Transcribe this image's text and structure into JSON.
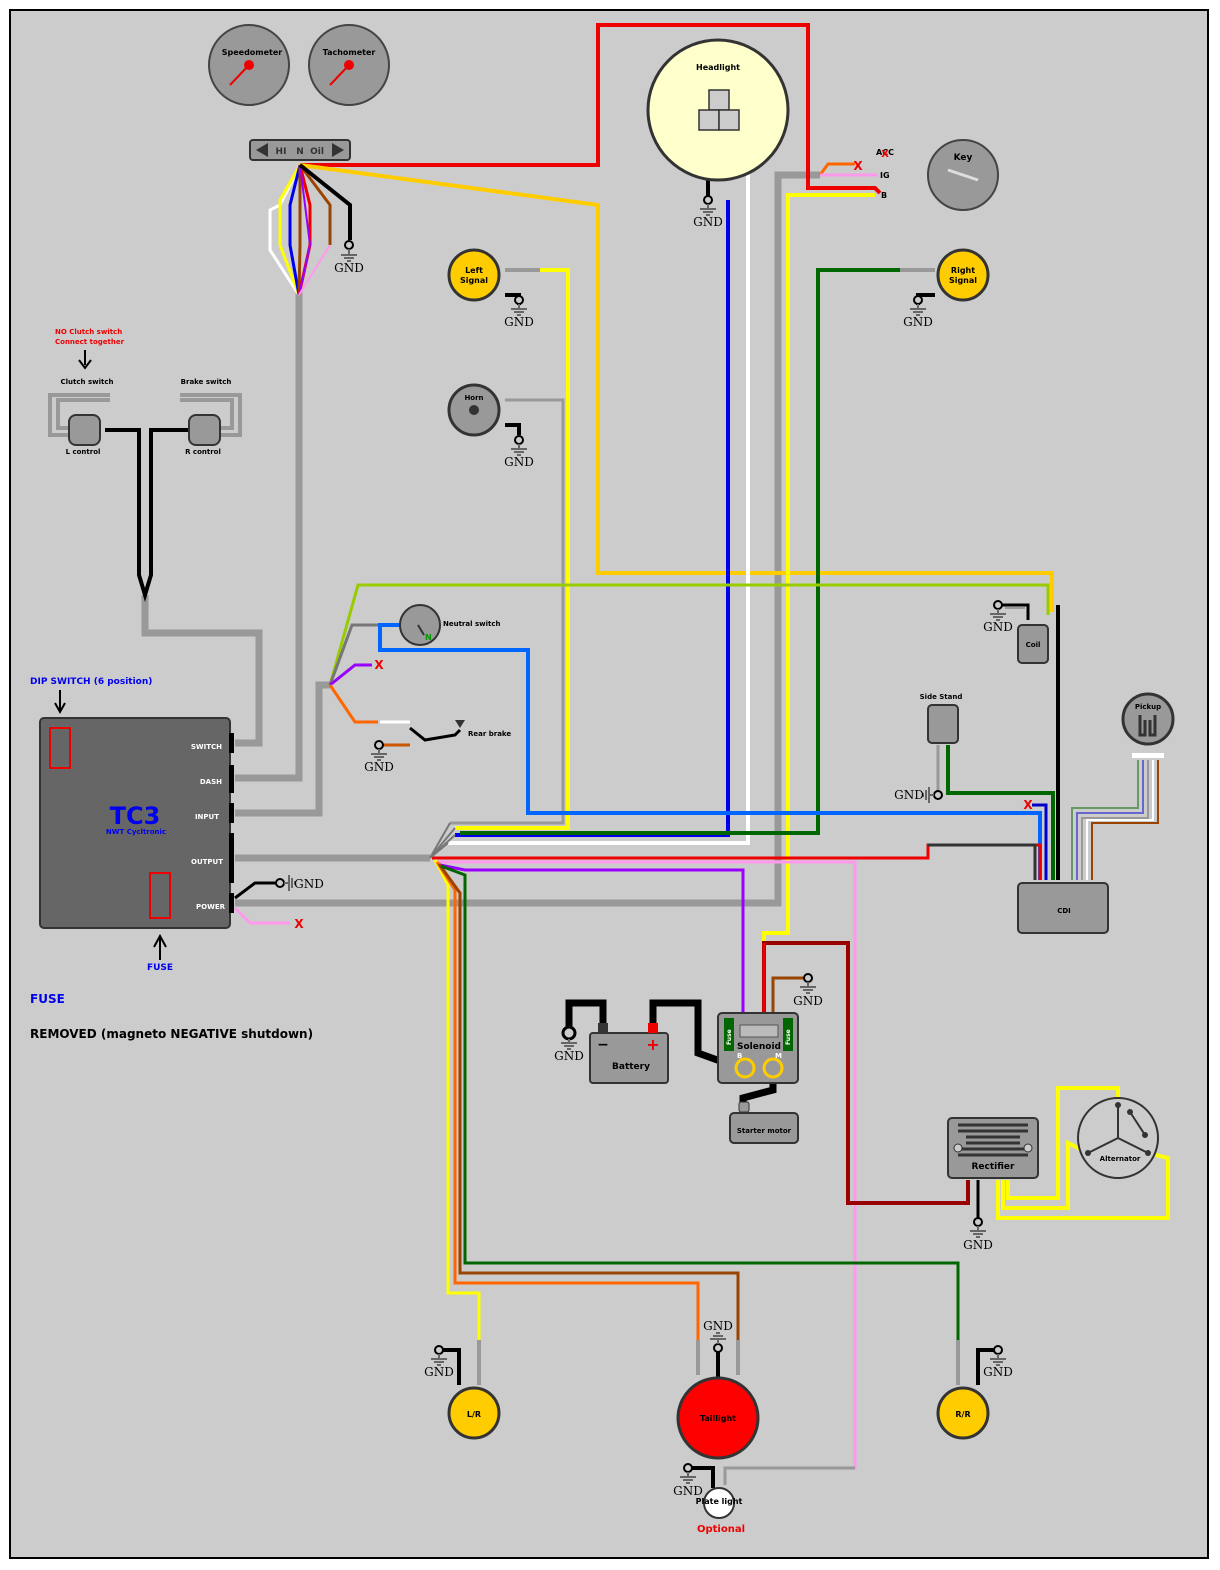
{
  "colors": {
    "background": "#cccccc",
    "red": "#ee0000",
    "orange_yellow": "#ffcc00",
    "yellow": "#ffff00",
    "blue": "#0000ee",
    "light_blue": "#0066ff",
    "green": "#006600",
    "grey_wire": "#999999",
    "pink": "#ff99ee",
    "purple": "#9900ff",
    "orange": "#ff6600",
    "brown": "#994400",
    "tc3_text": "#0000ee",
    "note_red": "#ee0000",
    "signal_yellow": "#ffcc00",
    "headlight_fill": "#ffffcc",
    "taillight_red": "#ff0000"
  },
  "gauges": {
    "speedometer": "Speedometer",
    "tachometer": "Tachometer"
  },
  "indicator_bar": {
    "hi": "HI",
    "n": "N",
    "oil": "Oil"
  },
  "headlight": {
    "label": "Headlight"
  },
  "key": {
    "label": "Key",
    "acc": "ACC",
    "ig": "IG",
    "b": "B"
  },
  "signals": {
    "left": [
      "Left",
      "Signal"
    ],
    "right": [
      "Right",
      "Signal"
    ],
    "lr": "L/R",
    "rr": "R/R"
  },
  "horn": {
    "label": "Horn"
  },
  "gnd": "GND",
  "x_mark": "X",
  "notes": {
    "no_clutch_1": "NO Clutch switch",
    "no_clutch_2": "Connect together",
    "dip_switch": "DIP SWITCH (6 position)",
    "fuse_small": "FUSE",
    "fuse_heading": "FUSE",
    "removed": "REMOVED (magneto NEGATIVE shutdown)",
    "optional": "Optional"
  },
  "controls": {
    "clutch_switch": "Clutch switch",
    "brake_switch": "Brake switch",
    "l_control": "L control",
    "r_control": "R control"
  },
  "tc3": {
    "title": "TC3",
    "subtitle": "NWT Cycltronic",
    "ports": [
      "SWITCH",
      "DASH",
      "INPUT",
      "OUTPUT",
      "POWER"
    ]
  },
  "neutral_switch": {
    "label": "Neutral switch",
    "n": "N"
  },
  "rear_brake": {
    "label": "Rear brake"
  },
  "coil": {
    "label": "Coil"
  },
  "side_stand": {
    "label": "Side Stand"
  },
  "pickup": {
    "label": "Pickup"
  },
  "cdi": {
    "label": "CDI"
  },
  "battery": {
    "label": "Battery",
    "minus": "−",
    "plus": "+"
  },
  "solenoid": {
    "label": "Solenoid",
    "fuse": "Fuse",
    "b": "B",
    "m": "M"
  },
  "starter_motor": {
    "label": "Starter motor"
  },
  "rectifier": {
    "label": "Rectifier"
  },
  "alternator": {
    "label": "Alternator"
  },
  "taillight": {
    "label": "Taillight"
  },
  "plate_light": {
    "label": "Plate light"
  }
}
